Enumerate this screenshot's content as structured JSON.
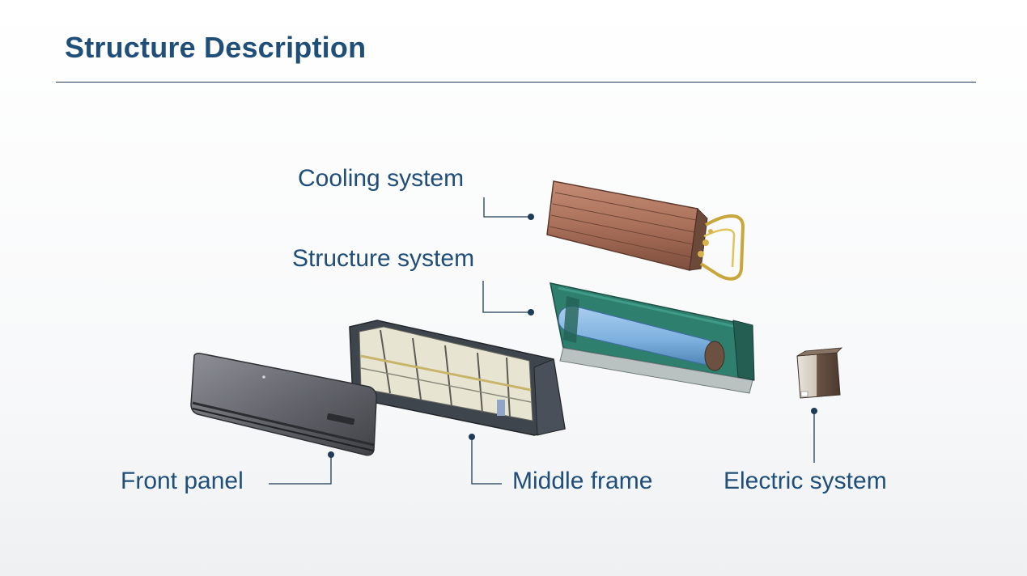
{
  "title": "Structure Description",
  "labels": {
    "cooling_system": "Cooling system",
    "structure_system": "Structure system",
    "front_panel": "Front panel",
    "middle_frame": "Middle frame",
    "electric_system": "Electric system"
  },
  "colors": {
    "title": "#1f4e79",
    "leader_line": "#1f3b57",
    "cooling_coil": "#a66a55",
    "structure_body": "#2f7f6f",
    "fan_drum": "#7fb2df",
    "front_panel": "#5e6167",
    "middle_frame": "#3f454d",
    "electric_box": "#6b5445"
  }
}
